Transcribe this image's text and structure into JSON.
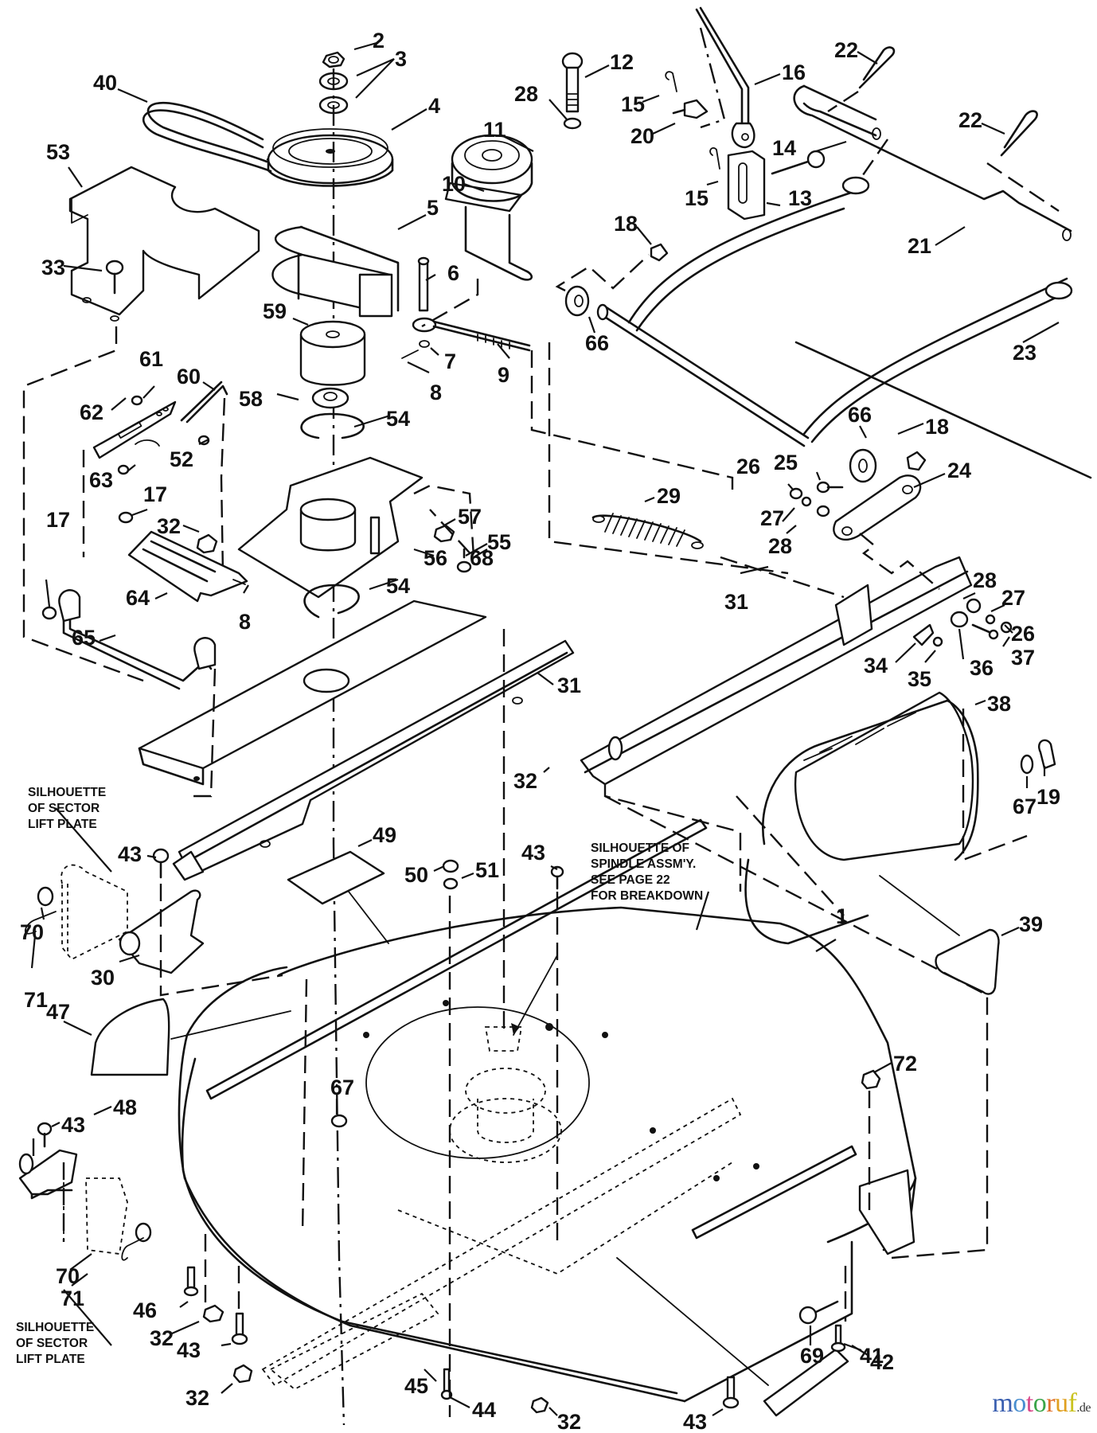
{
  "diagram": {
    "title": "Mower deck exploded parts diagram",
    "callouts": [
      {
        "id": "c40",
        "label": "40"
      },
      {
        "id": "c2",
        "label": "2"
      },
      {
        "id": "c3",
        "label": "3"
      },
      {
        "id": "c4",
        "label": "4"
      },
      {
        "id": "c53",
        "label": "53"
      },
      {
        "id": "c5",
        "label": "5"
      },
      {
        "id": "c33",
        "label": "33"
      },
      {
        "id": "c12",
        "label": "12"
      },
      {
        "id": "c28a",
        "label": "28"
      },
      {
        "id": "c11",
        "label": "11"
      },
      {
        "id": "c10",
        "label": "10"
      },
      {
        "id": "c6",
        "label": "6"
      },
      {
        "id": "c15a",
        "label": "15"
      },
      {
        "id": "c20",
        "label": "20"
      },
      {
        "id": "c16",
        "label": "16"
      },
      {
        "id": "c14",
        "label": "14"
      },
      {
        "id": "c15b",
        "label": "15"
      },
      {
        "id": "c13",
        "label": "13"
      },
      {
        "id": "c22a",
        "label": "22"
      },
      {
        "id": "c22b",
        "label": "22"
      },
      {
        "id": "c21",
        "label": "21"
      },
      {
        "id": "c18a",
        "label": "18"
      },
      {
        "id": "c66a",
        "label": "66"
      },
      {
        "id": "c23",
        "label": "23"
      },
      {
        "id": "c59",
        "label": "59"
      },
      {
        "id": "c7",
        "label": "7"
      },
      {
        "id": "c8a",
        "label": "8"
      },
      {
        "id": "c9",
        "label": "9"
      },
      {
        "id": "c61",
        "label": "61"
      },
      {
        "id": "c60",
        "label": "60"
      },
      {
        "id": "c62",
        "label": "62"
      },
      {
        "id": "c58",
        "label": "58"
      },
      {
        "id": "c54a",
        "label": "54"
      },
      {
        "id": "c52",
        "label": "52"
      },
      {
        "id": "c63",
        "label": "63"
      },
      {
        "id": "c17a",
        "label": "17"
      },
      {
        "id": "c17b",
        "label": "17"
      },
      {
        "id": "c32a",
        "label": "32"
      },
      {
        "id": "c57",
        "label": "57"
      },
      {
        "id": "c68",
        "label": "68"
      },
      {
        "id": "c56",
        "label": "56"
      },
      {
        "id": "c64",
        "label": "64"
      },
      {
        "id": "c8b",
        "label": "8"
      },
      {
        "id": "c54b",
        "label": "54"
      },
      {
        "id": "c65",
        "label": "65"
      },
      {
        "id": "c55",
        "label": "55"
      },
      {
        "id": "c29",
        "label": "29"
      },
      {
        "id": "c66b",
        "label": "66"
      },
      {
        "id": "c18b",
        "label": "18"
      },
      {
        "id": "c26a",
        "label": "26"
      },
      {
        "id": "c25",
        "label": "25"
      },
      {
        "id": "c24",
        "label": "24"
      },
      {
        "id": "c27a",
        "label": "27"
      },
      {
        "id": "c28b",
        "label": "28"
      },
      {
        "id": "c31a",
        "label": "31"
      },
      {
        "id": "c28c",
        "label": "28"
      },
      {
        "id": "c27b",
        "label": "27"
      },
      {
        "id": "c26b",
        "label": "26"
      },
      {
        "id": "c34",
        "label": "34"
      },
      {
        "id": "c37",
        "label": "37"
      },
      {
        "id": "c35",
        "label": "35"
      },
      {
        "id": "c36",
        "label": "36"
      },
      {
        "id": "c31b",
        "label": "31"
      },
      {
        "id": "c38",
        "label": "38"
      },
      {
        "id": "c32b",
        "label": "32"
      },
      {
        "id": "c67a",
        "label": "67"
      },
      {
        "id": "c19",
        "label": "19"
      },
      {
        "id": "c43a",
        "label": "43"
      },
      {
        "id": "c49",
        "label": "49"
      },
      {
        "id": "c50",
        "label": "50"
      },
      {
        "id": "c51",
        "label": "51"
      },
      {
        "id": "c43b",
        "label": "43"
      },
      {
        "id": "c70a",
        "label": "70"
      },
      {
        "id": "c30",
        "label": "30"
      },
      {
        "id": "c71a",
        "label": "71"
      },
      {
        "id": "c39",
        "label": "39"
      },
      {
        "id": "c47",
        "label": "47"
      },
      {
        "id": "c1",
        "label": "1"
      },
      {
        "id": "c67b",
        "label": "67"
      },
      {
        "id": "c72",
        "label": "72"
      },
      {
        "id": "c43c",
        "label": "43"
      },
      {
        "id": "c48",
        "label": "48"
      },
      {
        "id": "c70b",
        "label": "70"
      },
      {
        "id": "c71b",
        "label": "71"
      },
      {
        "id": "c46",
        "label": "46"
      },
      {
        "id": "c32c",
        "label": "32"
      },
      {
        "id": "c43d",
        "label": "43"
      },
      {
        "id": "c69",
        "label": "69"
      },
      {
        "id": "c41",
        "label": "41"
      },
      {
        "id": "c32d",
        "label": "32"
      },
      {
        "id": "c45",
        "label": "45"
      },
      {
        "id": "c44",
        "label": "44"
      },
      {
        "id": "c42",
        "label": "42"
      },
      {
        "id": "c32e",
        "label": "32"
      },
      {
        "id": "c43e",
        "label": "43"
      }
    ],
    "notes": {
      "sector_plate_top": [
        "SILHOUETTE",
        "OF SECTOR",
        "LIFT PLATE"
      ],
      "spindle": [
        "SILHOUETTE OF",
        "SPINDLE ASSM'Y.",
        "SEE PAGE 22",
        "FOR BREAKDOWN"
      ],
      "sector_plate_bottom": [
        "SILHOUETTE",
        "OF SECTOR",
        "LIFT PLATE"
      ]
    }
  },
  "watermark": {
    "letters": [
      {
        "ch": "m",
        "color": "#3a5fb0"
      },
      {
        "ch": "o",
        "color": "#4a8fd0"
      },
      {
        "ch": "t",
        "color": "#d94a8c"
      },
      {
        "ch": "o",
        "color": "#3aa54a"
      },
      {
        "ch": "r",
        "color": "#e0702a"
      },
      {
        "ch": "u",
        "color": "#e0a020"
      },
      {
        "ch": "f",
        "color": "#c9c21e"
      }
    ],
    "tld": ".de"
  }
}
